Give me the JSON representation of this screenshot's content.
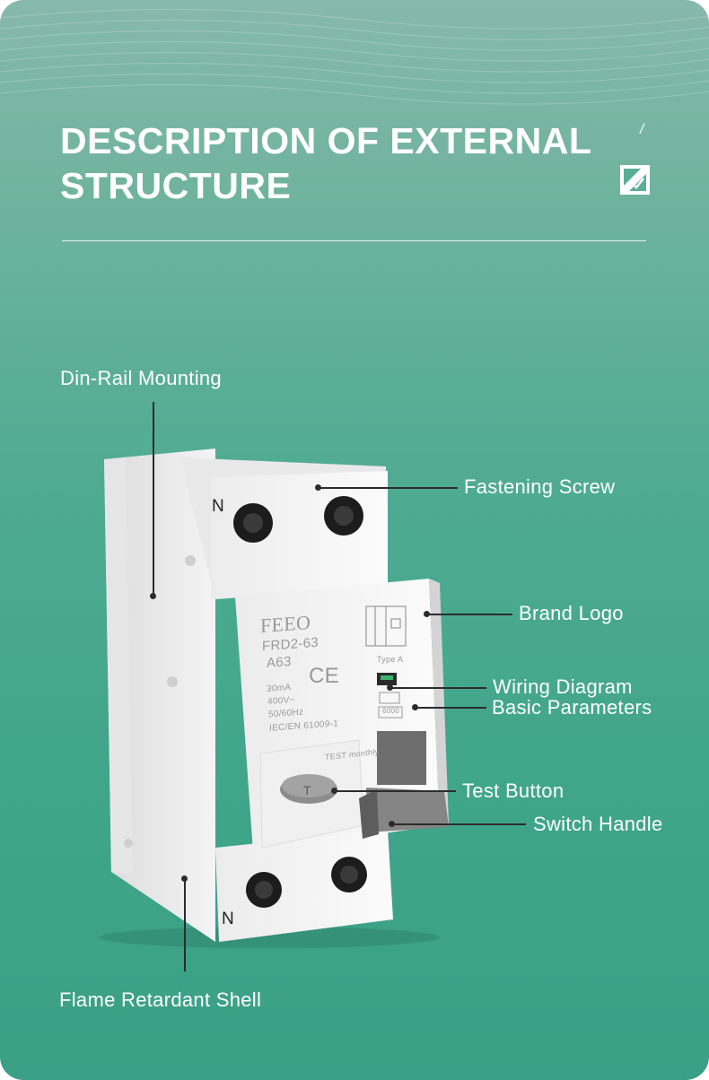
{
  "header": {
    "title_line1": "DESCRIPTION OF EXTERNAL",
    "title_line2": "STRUCTURE",
    "corner_mark": "/"
  },
  "callouts": {
    "din_rail": "Din-Rail Mounting",
    "fastening_screw": "Fastening Screw",
    "brand_logo": "Brand Logo",
    "wiring_diagram": "Wiring Diagram",
    "basic_parameters": "Basic Parameters",
    "test_button": "Test Button",
    "switch_handle": "Switch Handle",
    "flame_shell": "Flame Retardant Shell"
  },
  "device": {
    "terminal_top": "N",
    "terminal_bottom": "N",
    "brand": "FEEO",
    "model": "FRD2-63",
    "rating": "A63",
    "ce": "CE",
    "param_1": "30mA",
    "param_2": "400V~",
    "param_3": "50/60Hz",
    "param_4": "IEC/EN 61009-1",
    "type": "Type A",
    "capacity": "6000",
    "test_text": "TEST monthly",
    "test_key": "T"
  },
  "colors": {
    "background_top": "#87b9aa",
    "background_bottom": "#3a9f86",
    "device_body": "#f2f2f2",
    "handle": "#8a8a8a"
  }
}
